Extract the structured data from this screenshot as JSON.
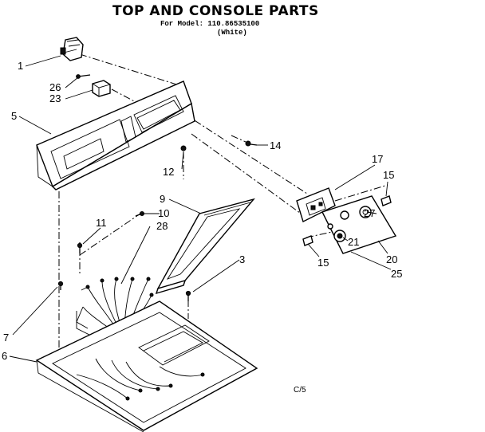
{
  "title": "TOP AND CONSOLE PARTS",
  "model_line": "For Model: 110.86535100",
  "color_line": "(White)",
  "footer_code": "C/5",
  "part_labels": {
    "p1": "1",
    "p26": "26",
    "p23": "23",
    "p5": "5",
    "p14": "14",
    "p17": "17",
    "p15a": "15",
    "p12": "12",
    "p9": "9",
    "p10": "10",
    "p11": "11",
    "p28": "28",
    "p27": "27",
    "p21": "21",
    "p20": "20",
    "p15b": "15",
    "p25": "25",
    "p3": "3",
    "p7": "7",
    "p6": "6"
  }
}
